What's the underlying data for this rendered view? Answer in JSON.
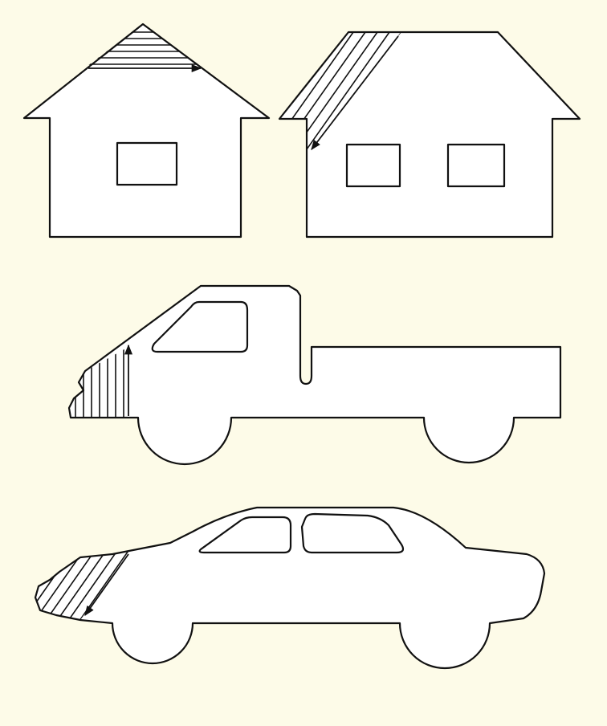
{
  "figure": {
    "background_color": "#fdfbe8",
    "line_color": "#111111",
    "fill_color": "#ffffff",
    "items": [
      {
        "id": "small-house",
        "hatch_region": "roof-peak",
        "arrow_direction": "right"
      },
      {
        "id": "large-house",
        "hatch_region": "left-roof-slope",
        "arrow_direction": "down-left"
      },
      {
        "id": "truck",
        "hatch_region": "front-hood",
        "arrow_direction": "up"
      },
      {
        "id": "sedan",
        "hatch_region": "front-hood",
        "arrow_direction": "down-left"
      }
    ]
  }
}
